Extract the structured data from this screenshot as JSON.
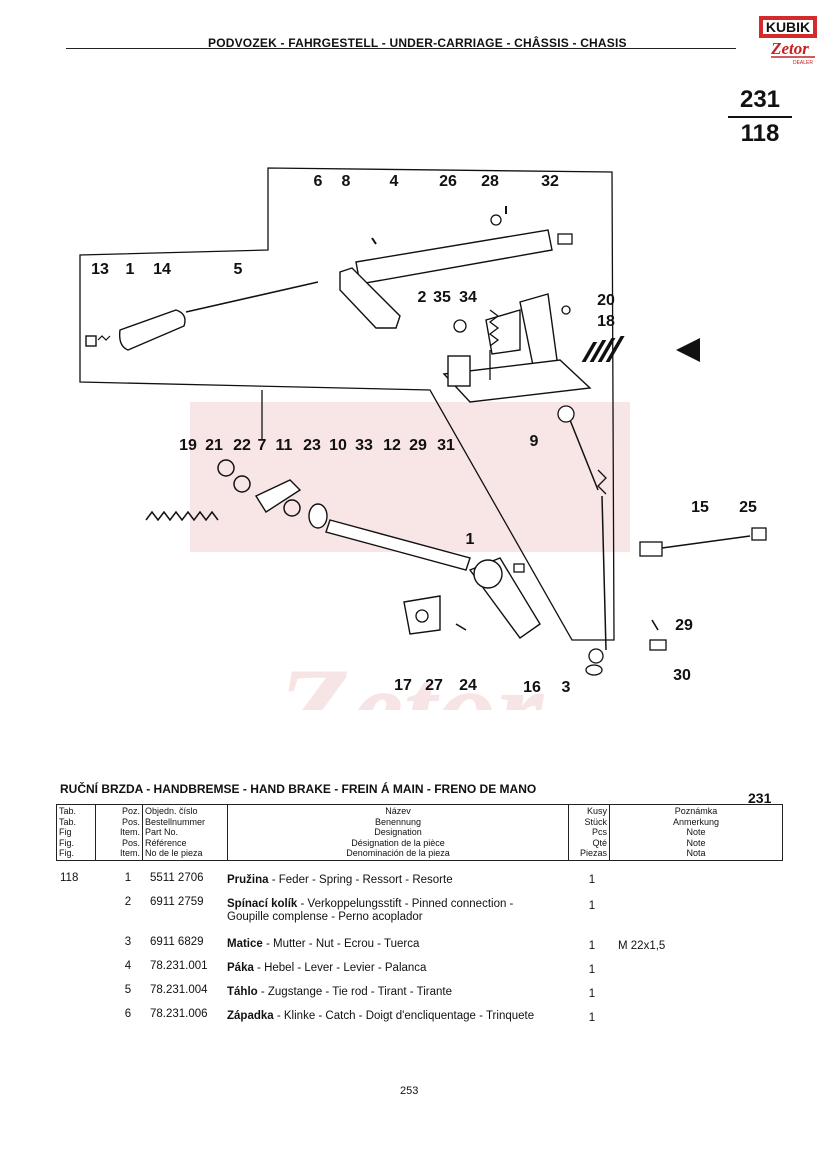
{
  "header": {
    "title": "PODVOZEK - FAHRGESTELL - UNDER-CARRIAGE - CHÂSSIS - CHASIS",
    "logo_top": "KUBIK",
    "logo_bottom": "Zetor",
    "logo_sub": "DEALER",
    "page_group": "231",
    "figure": "118"
  },
  "diagram": {
    "callouts": [
      "6",
      "8",
      "4",
      "26",
      "28",
      "32",
      "13",
      "1",
      "14",
      "5",
      "2",
      "35",
      "34",
      "20",
      "18",
      "19",
      "21",
      "22",
      "7",
      "11",
      "23",
      "10",
      "33",
      "12",
      "29",
      "31",
      "9",
      "1",
      "15",
      "25",
      "29",
      "30",
      "17",
      "27",
      "24",
      "16",
      "3"
    ]
  },
  "section": {
    "title": "RUČNÍ BRZDA - HANDBREMSE - HAND BRAKE - FREIN Á MAIN - FRENO DE MANO",
    "number": "231"
  },
  "table_header": {
    "tab": [
      "Tab.",
      "Tab.",
      "Fig",
      "Fig.",
      "Fig."
    ],
    "pos": [
      "Poz.",
      "Pos.",
      "Item.",
      "Pos.",
      "Item."
    ],
    "part": [
      "Objedn. číslo",
      "Bestellnummer",
      "Part No.",
      "Référence",
      "No de le pieza"
    ],
    "name": [
      "Název",
      "Benennung",
      "Designation",
      "Désignation de la pièce",
      "Denominación de la pieza"
    ],
    "qty": [
      "Kusy",
      "Stück",
      "Pcs",
      "Qté",
      "Piezas"
    ],
    "note": [
      "Poznámka",
      "Anmerkung",
      "Note",
      "Note",
      "Nota"
    ]
  },
  "rows": [
    {
      "tab": "118",
      "pos": "1",
      "part": "5511 2706",
      "name_bold": "Pružina",
      "name_rest": " - Feder - Spring - Ressort - Resorte",
      "qty": "1",
      "note": ""
    },
    {
      "tab": "",
      "pos": "2",
      "part": "6911 2759",
      "name_bold": "Spínací kolík",
      "name_rest": " - Verkoppelungsstift - Pinned connection - Goupille complense - Perno acoplador",
      "qty": "1",
      "note": ""
    },
    {
      "tab": "",
      "pos": "3",
      "part": "6911 6829",
      "name_bold": "Matice",
      "name_rest": " - Mutter - Nut - Ecrou - Tuerca",
      "qty": "1",
      "note": "M 22x1,5"
    },
    {
      "tab": "",
      "pos": "4",
      "part": "78.231.001",
      "name_bold": "Páka",
      "name_rest": " - Hebel - Lever - Levier - Palanca",
      "qty": "1",
      "note": ""
    },
    {
      "tab": "",
      "pos": "5",
      "part": "78.231.004",
      "name_bold": "Táhlo",
      "name_rest": " - Zugstange - Tie rod - Tirant - Tirante",
      "qty": "1",
      "note": ""
    },
    {
      "tab": "",
      "pos": "6",
      "part": "78.231.006",
      "name_bold": "Západka",
      "name_rest": " - Klinke - Catch - Doigt d'encliquentage - Trinquete",
      "qty": "1",
      "note": ""
    }
  ],
  "footer": {
    "page_number": "253"
  }
}
